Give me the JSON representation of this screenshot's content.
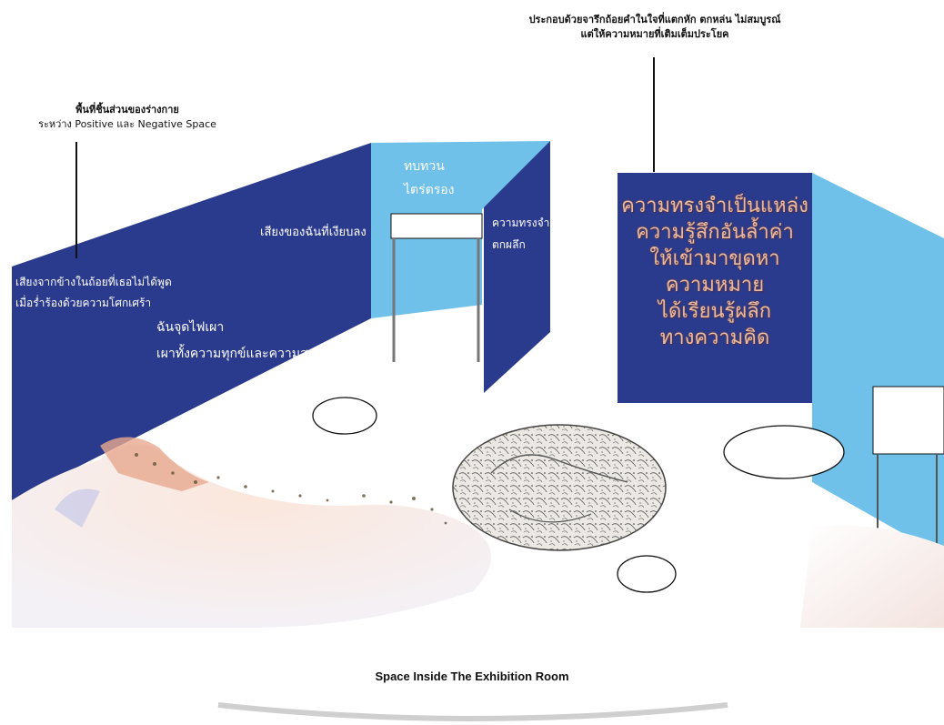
{
  "annotations": {
    "top_right_line1": "ประกอบด้วยจารึกถ้อยคำในใจที่แตกหัก ตกหล่น ไม่สมบูรณ์",
    "top_right_line2": "แต่ให้ความหมายที่เติมเต็มประโยค",
    "top_left_line1": "พื้นที่ชิ้นส่วนของร่างกาย",
    "top_left_line2": "ระหว่าง Positive และ Negative Space"
  },
  "left_wall": {
    "line1": "เสียงจากข้างในถ้อยที่เธอไม่ได้พูด",
    "line2": "เมื่อร่ำร้องด้วยความโศกเศร้า",
    "line3": "ฉันจุดไฟเผา",
    "line4": "เผาทั้งความทุกข์และความสุข",
    "voice": "เสียงของฉันที่เงียบลง"
  },
  "center_panel": {
    "line1": "ทบทวน",
    "line2": "ไตร่ตรอง"
  },
  "side_panel": {
    "line1": "ความทรงจำ",
    "line2": "ตกผลึก"
  },
  "poem_panel": {
    "lines": [
      "ความทรงจำเป็นแหล่ง",
      "ความรู้สึกอันล้ำค่า",
      "ให้เข้ามาขุดหา",
      "ความหมาย",
      "ได้เรียนรู้ผลึก",
      "ทางความคิด"
    ]
  },
  "caption": "Space Inside The Exhibition Room",
  "colors": {
    "navy": "#2a3a8c",
    "sky": "#6fc1ea",
    "poem_text": "#e9b9a2"
  }
}
